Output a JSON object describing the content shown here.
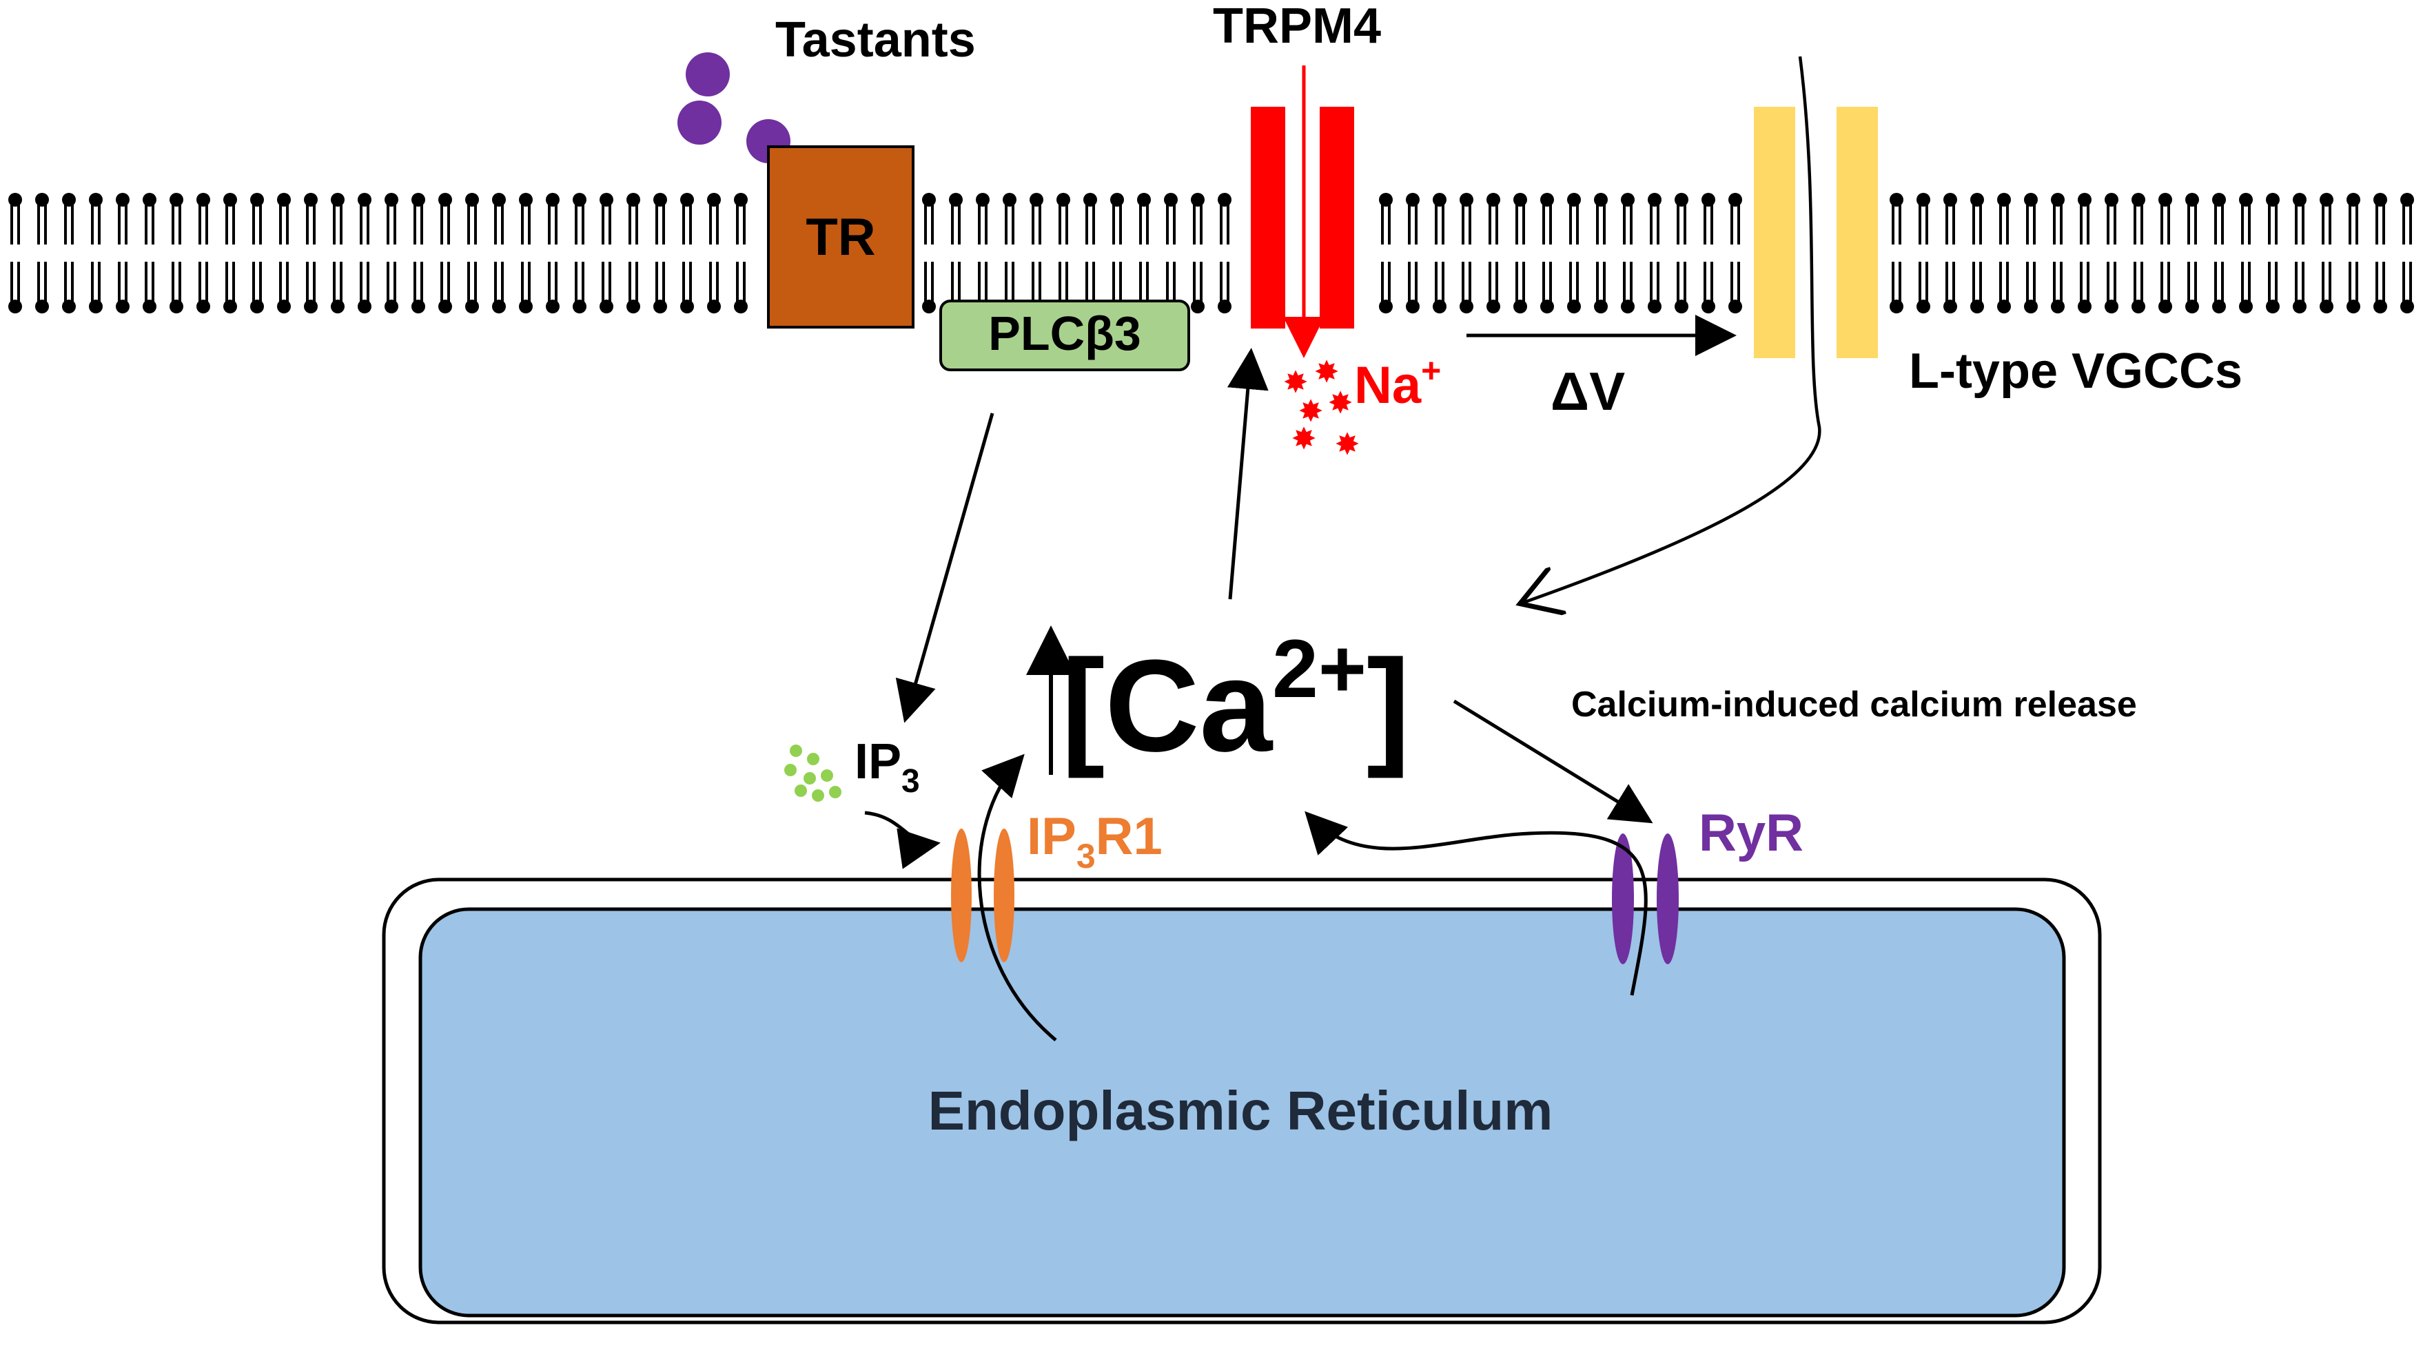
{
  "labels": {
    "tastants": "Tastants",
    "trpm4": "TRPM4",
    "tr": "TR",
    "plc": "PLCβ3",
    "na": "Na",
    "na_sup": "+",
    "delta_v": "ΔV",
    "vgcc": "L-type VGCCs",
    "ca_open": "[Ca",
    "ca_sup": "2+",
    "ca_close": "]",
    "cicr": "Calcium-induced calcium release",
    "ip3_main": "IP",
    "ip3_sub": "3",
    "ip3r1_a": "IP",
    "ip3r1_sub": "3",
    "ip3r1_b": "R1",
    "ryr": "RyR",
    "er": "Endoplasmic Reticulum"
  },
  "colors": {
    "tastant": "#7030A0",
    "tr_receptor": "#C55A11",
    "plc_fill": "#A9D18E",
    "trpm4": "#FF0000",
    "vgcc": "#FFD966",
    "ip3_dots": "#92D050",
    "ip3r1": "#ED7D31",
    "ryr": "#7030A0",
    "er_fill": "#9DC3E6",
    "text": "#000000"
  }
}
